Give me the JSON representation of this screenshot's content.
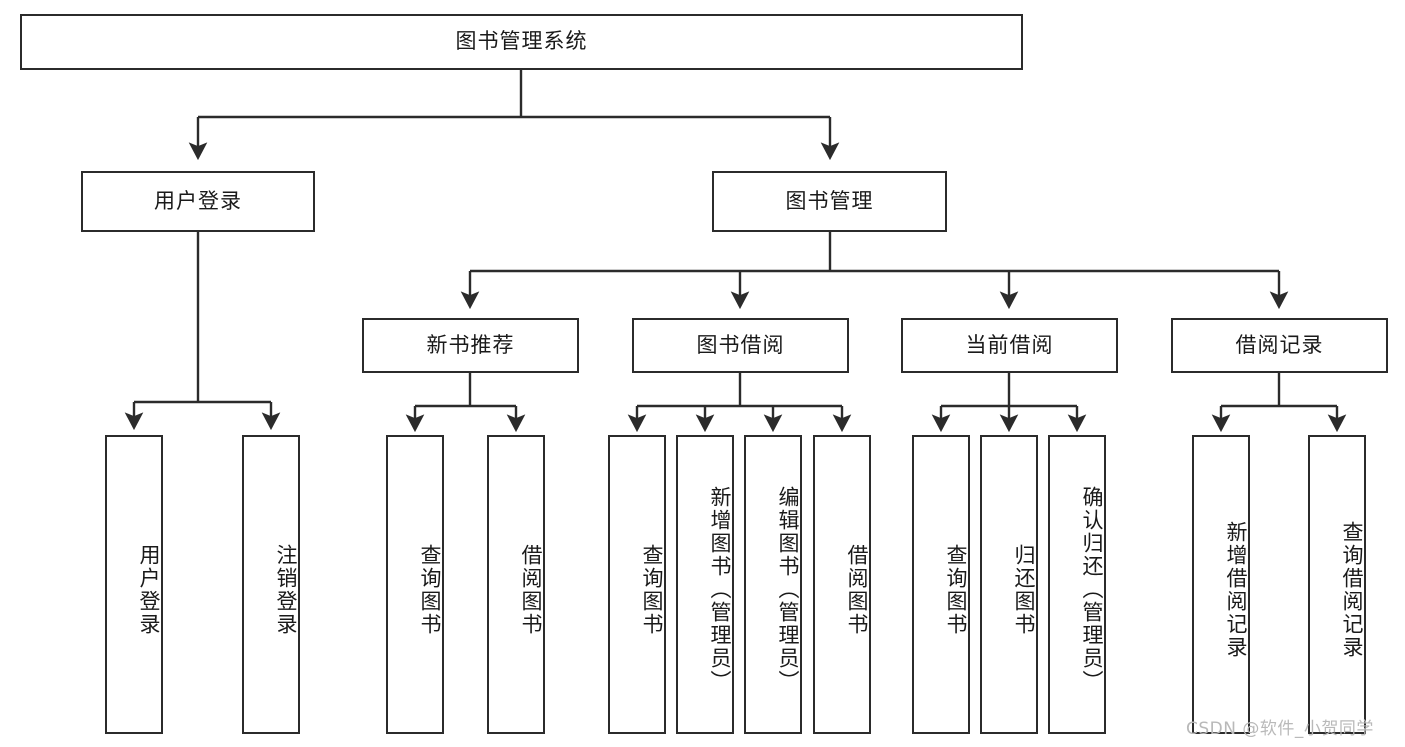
{
  "diagram": {
    "type": "tree-hierarchy",
    "title": "图书管理系统",
    "root": {
      "id": "root",
      "label": "图书管理系统"
    },
    "level2": [
      {
        "id": "user-login",
        "label": "用户登录"
      },
      {
        "id": "book-management",
        "label": "图书管理"
      }
    ],
    "level3": [
      {
        "id": "new-book-recommend",
        "label": "新书推荐"
      },
      {
        "id": "book-borrow",
        "label": "图书借阅"
      },
      {
        "id": "current-borrow",
        "label": "当前借阅"
      },
      {
        "id": "borrow-record",
        "label": "借阅记录"
      }
    ],
    "leaves": {
      "user_login": [
        {
          "id": "leaf-user-login",
          "label": "用户登录"
        },
        {
          "id": "leaf-logout-login",
          "label": "注销登录"
        }
      ],
      "new_book_recommend": [
        {
          "id": "leaf-query-book-1",
          "label": "查询图书"
        },
        {
          "id": "leaf-borrow-book-1",
          "label": "借阅图书"
        }
      ],
      "book_borrow": [
        {
          "id": "leaf-query-book-2",
          "label": "查询图书"
        },
        {
          "id": "leaf-add-book-admin",
          "label": "新增图书（管理员）"
        },
        {
          "id": "leaf-edit-book-admin",
          "label": "编辑图书（管理员）"
        },
        {
          "id": "leaf-borrow-book-2",
          "label": "借阅图书"
        }
      ],
      "current_borrow": [
        {
          "id": "leaf-query-book-3",
          "label": "查询图书"
        },
        {
          "id": "leaf-return-book",
          "label": "归还图书"
        },
        {
          "id": "leaf-confirm-return-admin",
          "label": "确认归还（管理员）"
        }
      ],
      "borrow_record": [
        {
          "id": "leaf-add-borrow-record",
          "label": "新增借阅记录"
        },
        {
          "id": "leaf-query-borrow-record",
          "label": "查询借阅记录"
        }
      ]
    },
    "colors": {
      "stroke": "#2b2b2b",
      "fill": "#ffffff",
      "text": "#1a1a1a",
      "watermark": "#b9b9b9"
    }
  },
  "watermark": {
    "text": "CSDN @软件_小贺同学"
  }
}
